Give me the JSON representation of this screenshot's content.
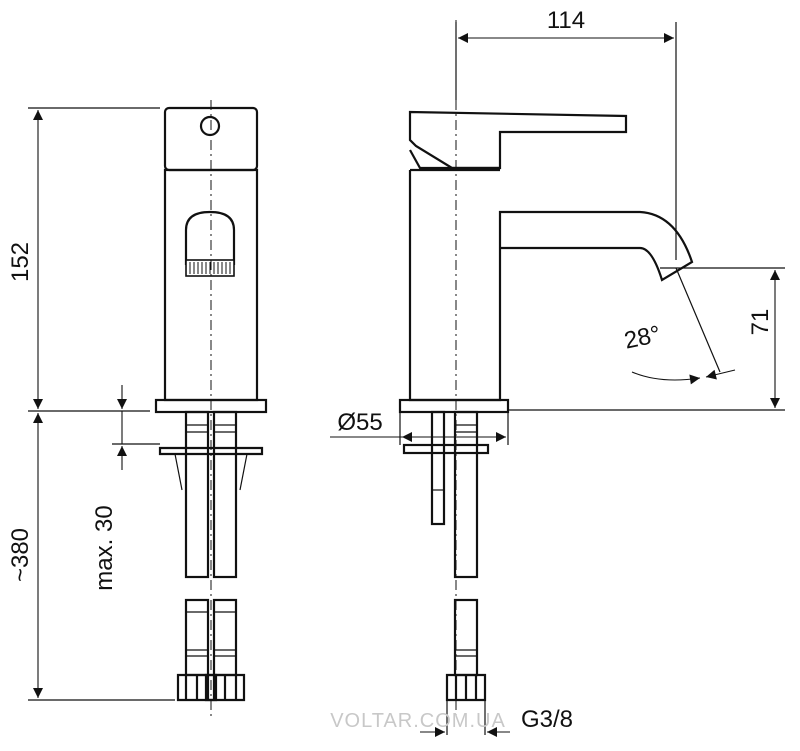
{
  "dimensions": {
    "width_top": "114",
    "height_body": "152",
    "height_spout": "71",
    "angle": "28°",
    "base_diameter": "Ø55",
    "hose_length": "~380",
    "max_thickness": "max. 30",
    "thread": "G3/8"
  },
  "watermark": "VOLTAR.COM.UA"
}
